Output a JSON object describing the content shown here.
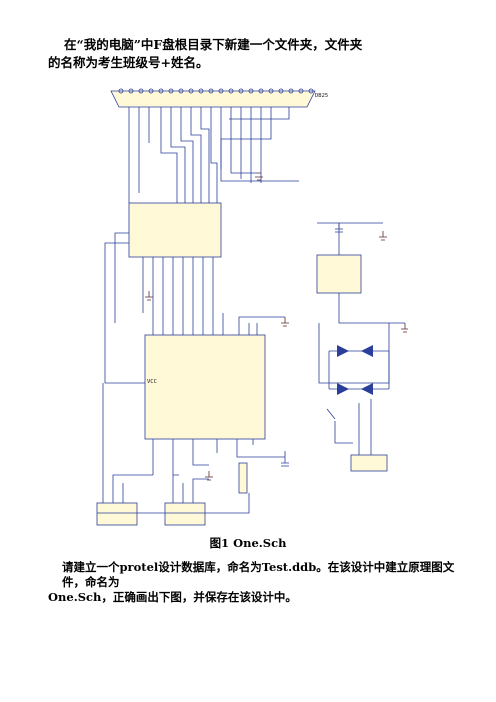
{
  "intro": {
    "line1": "在“我的电脑”中F盘根目录下新建一个文件夹，文件夹",
    "line2": "的名称为考生班级号+姓名。"
  },
  "figure": {
    "caption": "图1    One.Sch"
  },
  "instruction": {
    "line1": "请建立一个protel设计数据库，命名为Test.ddb。在该设计中建立原理图文件，命名为",
    "line2": "One.Sch，正确画出下图，并保存在该设计中。"
  }
}
